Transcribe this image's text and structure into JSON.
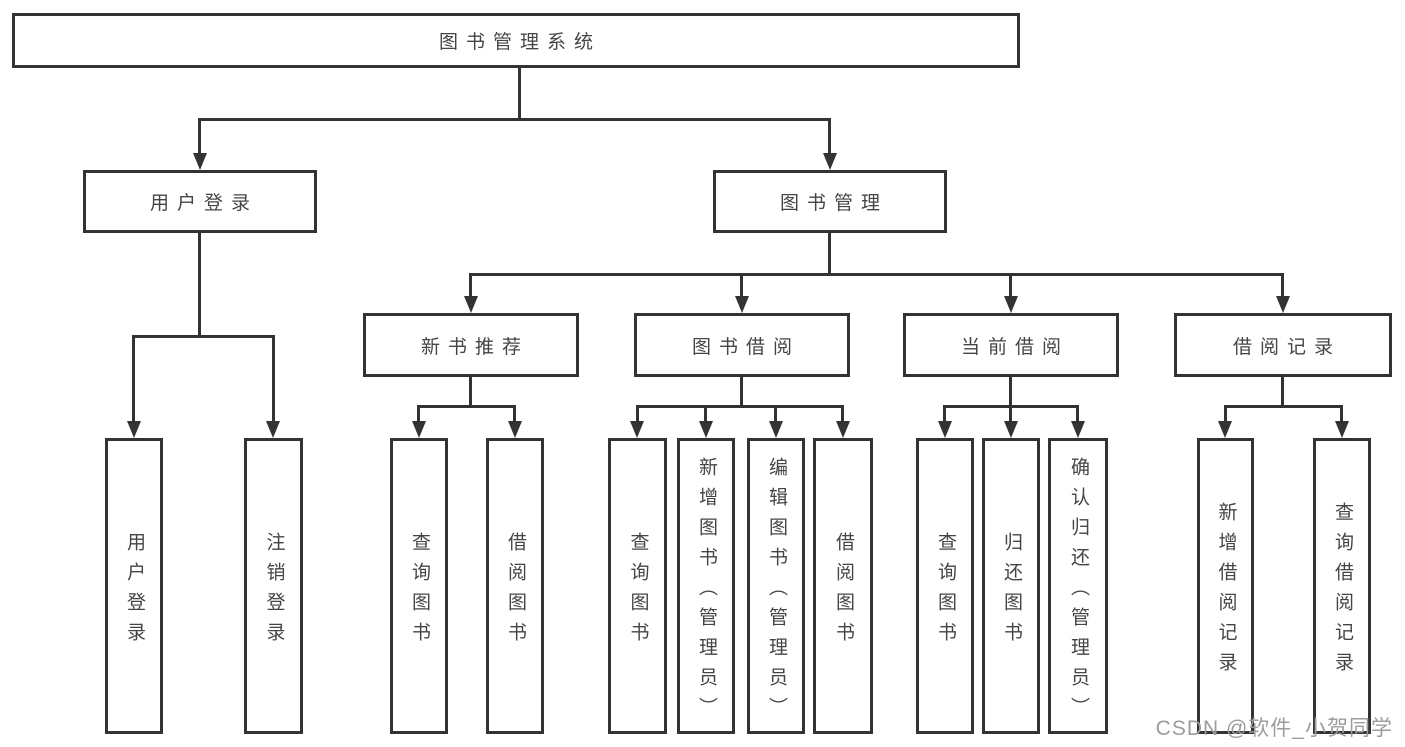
{
  "diagram": {
    "root": {
      "label": "图书管理系统"
    },
    "branches": [
      {
        "label": "用户登录",
        "children": [
          {
            "label": "用户登录"
          },
          {
            "label": "注销登录"
          }
        ]
      },
      {
        "label": "图书管理",
        "children": [
          {
            "label": "新书推荐",
            "children": [
              {
                "label": "查询图书"
              },
              {
                "label": "借阅图书"
              }
            ]
          },
          {
            "label": "图书借阅",
            "children": [
              {
                "label": "查询图书"
              },
              {
                "label": "新增图书（管理员）"
              },
              {
                "label": "编辑图书（管理员）"
              },
              {
                "label": "借阅图书"
              }
            ]
          },
          {
            "label": "当前借阅",
            "children": [
              {
                "label": "查询图书"
              },
              {
                "label": "归还图书"
              },
              {
                "label": "确认归还（管理员）"
              }
            ]
          },
          {
            "label": "借阅记录",
            "children": [
              {
                "label": "新增借阅记录"
              },
              {
                "label": "查询借阅记录"
              }
            ]
          }
        ]
      }
    ]
  },
  "watermark": {
    "text": "CSDN @软件_小贺同学",
    "color": "#9c9c9c"
  },
  "colors": {
    "line": "#333333",
    "text": "#454545",
    "background": "#ffffff"
  }
}
